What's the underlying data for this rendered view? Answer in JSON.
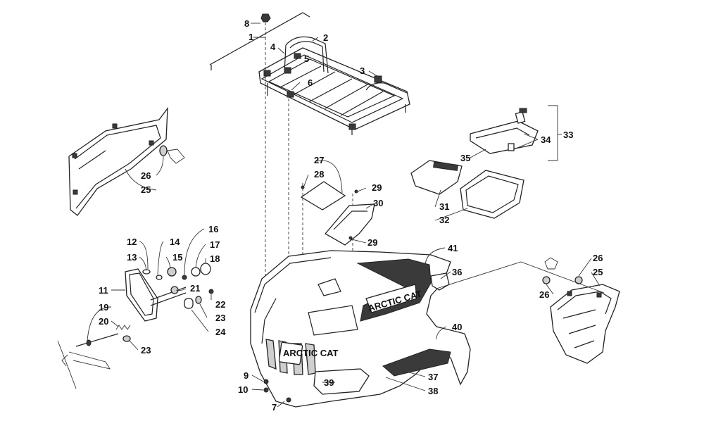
{
  "callouts": [
    {
      "id": "c1",
      "label": "1"
    },
    {
      "id": "c2",
      "label": "2"
    },
    {
      "id": "c3",
      "label": "3"
    },
    {
      "id": "c4",
      "label": "4"
    },
    {
      "id": "c5",
      "label": "5"
    },
    {
      "id": "c6",
      "label": "6"
    },
    {
      "id": "c7",
      "label": "7"
    },
    {
      "id": "c8",
      "label": "8"
    },
    {
      "id": "c9",
      "label": "9"
    },
    {
      "id": "c10",
      "label": "10"
    },
    {
      "id": "c11",
      "label": "11"
    },
    {
      "id": "c12",
      "label": "12"
    },
    {
      "id": "c13",
      "label": "13"
    },
    {
      "id": "c14",
      "label": "14"
    },
    {
      "id": "c15",
      "label": "15"
    },
    {
      "id": "c16",
      "label": "16"
    },
    {
      "id": "c17",
      "label": "17"
    },
    {
      "id": "c18",
      "label": "18"
    },
    {
      "id": "c19",
      "label": "19"
    },
    {
      "id": "c20",
      "label": "20"
    },
    {
      "id": "c21",
      "label": "21"
    },
    {
      "id": "c22",
      "label": "22"
    },
    {
      "id": "c23a",
      "label": "23"
    },
    {
      "id": "c23b",
      "label": "23"
    },
    {
      "id": "c24",
      "label": "24"
    },
    {
      "id": "c25a",
      "label": "25"
    },
    {
      "id": "c25b",
      "label": "25"
    },
    {
      "id": "c26a",
      "label": "26"
    },
    {
      "id": "c26b",
      "label": "26"
    },
    {
      "id": "c26c",
      "label": "26"
    },
    {
      "id": "c27",
      "label": "27"
    },
    {
      "id": "c28",
      "label": "28"
    },
    {
      "id": "c29a",
      "label": "29"
    },
    {
      "id": "c29b",
      "label": "29"
    },
    {
      "id": "c30",
      "label": "30"
    },
    {
      "id": "c31",
      "label": "31"
    },
    {
      "id": "c32",
      "label": "32"
    },
    {
      "id": "c33",
      "label": "33"
    },
    {
      "id": "c34",
      "label": "34"
    },
    {
      "id": "c35",
      "label": "35"
    },
    {
      "id": "c36",
      "label": "36"
    },
    {
      "id": "c37",
      "label": "37"
    },
    {
      "id": "c38",
      "label": "38"
    },
    {
      "id": "c39",
      "label": "39"
    },
    {
      "id": "c40",
      "label": "40"
    },
    {
      "id": "c41",
      "label": "41"
    }
  ],
  "decals": {
    "brand_side": "ARCTIC CAT",
    "brand_front": "ARCTIC CAT"
  }
}
